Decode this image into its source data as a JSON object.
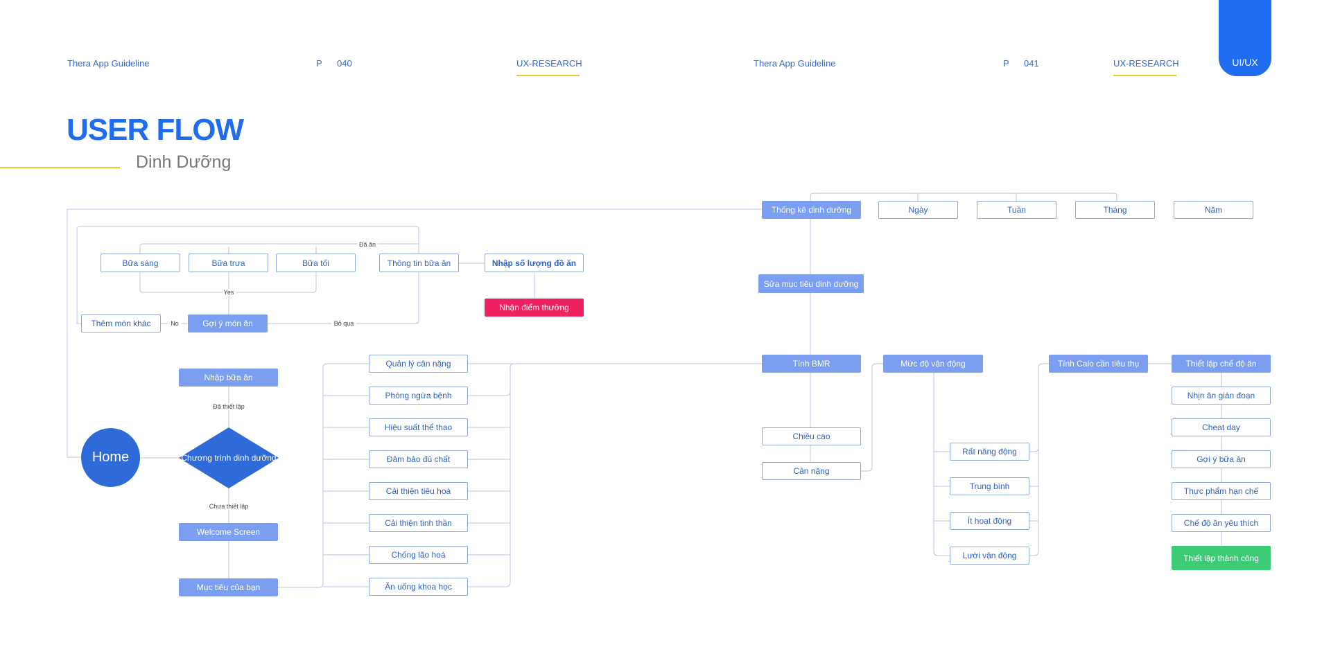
{
  "header": {
    "left": {
      "app": "Thera App Guideline",
      "p": "P",
      "page": "040",
      "section": "UX-RESEARCH"
    },
    "right": {
      "app": "Thera App Guideline",
      "p": "P",
      "page": "041",
      "section": "UX-RESEARCH"
    },
    "tab": "UI/UX"
  },
  "title": "USER FLOW",
  "subtitle": "Dinh Dưỡng",
  "flow": {
    "home": "Home",
    "program": "Chương trình dinh dưỡng",
    "label_set": "Đã thiết lập",
    "label_not_set": "Chưa thiết lập",
    "enter_meal": "Nhập bữa ăn",
    "welcome": "Welcome Screen",
    "your_goal": "Mục tiêu của bạn",
    "breakfast": "Bữa sáng",
    "lunch": "Bữa trưa",
    "dinner": "Bữa tối",
    "meal_info": "Thông tin bữa ăn",
    "enter_amount": "Nhập số lượng đồ ăn",
    "reward": "Nhận điểm thưởng",
    "label_eaten": "Đã ăn",
    "label_yes": "Yes",
    "label_no": "No",
    "label_skip": "Bỏ qua",
    "add_dish": "Thêm món khác",
    "suggest_dish": "Gợi ý món ăn",
    "goals": [
      "Quản lý cân nặng",
      "Phòng ngừa bệnh",
      "Hiệu suất thể thao",
      "Đảm bảo đủ chất",
      "Cải thiện tiêu hoá",
      "Cải thiện tinh thần",
      "Chống lão hoá",
      "Ăn uống khoa học"
    ],
    "stats": "Thống kê dinh dưỡng",
    "periods": [
      "Ngày",
      "Tuần",
      "Tháng",
      "Năm"
    ],
    "edit_goal": "Sửa mục tiêu dinh dưỡng",
    "bmr": "Tính BMR",
    "height": "Chiều cao",
    "weight": "Cân nặng",
    "activity": "Mức độ vận động",
    "activity_levels": [
      "Rất năng động",
      "Trung bình",
      "Ít hoạt động",
      "Lười vận động"
    ],
    "calo": "Tính Calo cần tiêu thụ",
    "diet_setup": "Thiết lập chế độ ăn",
    "diet_options": [
      "Nhịn ăn gián đoạn",
      "Cheat day",
      "Gợi ý bữa ăn",
      "Thực phẩm hạn chế",
      "Chế độ ăn yêu thích"
    ],
    "success": "Thiết lập thành công"
  },
  "colors": {
    "brand_blue": "#1f6cf0",
    "node_fill": "#7b9ef0",
    "reward_red": "#ec2160",
    "success_green": "#3ecb76",
    "accent_yellow": "#f2c72c"
  }
}
